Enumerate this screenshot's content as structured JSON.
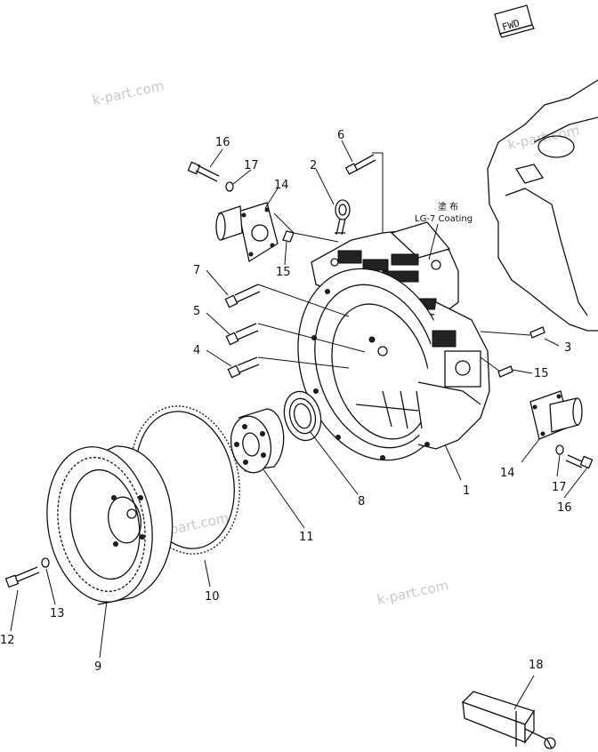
{
  "direction_badge": "FWD",
  "coating_note": {
    "kanji": "塗 布",
    "text": "LG-7 Coating"
  },
  "watermarks": [
    "k-part.com",
    "k-part.com",
    "k-part.com",
    "k-part.com"
  ],
  "callouts": [
    {
      "id": "c1",
      "label": "1"
    },
    {
      "id": "c2",
      "label": "2"
    },
    {
      "id": "c3",
      "label": "3"
    },
    {
      "id": "c4",
      "label": "4"
    },
    {
      "id": "c5",
      "label": "5"
    },
    {
      "id": "c6",
      "label": "6"
    },
    {
      "id": "c7",
      "label": "7"
    },
    {
      "id": "c8",
      "label": "8"
    },
    {
      "id": "c9",
      "label": "9"
    },
    {
      "id": "c10",
      "label": "10"
    },
    {
      "id": "c11",
      "label": "11"
    },
    {
      "id": "c12",
      "label": "12"
    },
    {
      "id": "c13",
      "label": "13"
    },
    {
      "id": "c14a",
      "label": "14"
    },
    {
      "id": "c14b",
      "label": "14"
    },
    {
      "id": "c15a",
      "label": "15"
    },
    {
      "id": "c15b",
      "label": "15"
    },
    {
      "id": "c16a",
      "label": "16"
    },
    {
      "id": "c16b",
      "label": "16"
    },
    {
      "id": "c17a",
      "label": "17"
    },
    {
      "id": "c17b",
      "label": "17"
    },
    {
      "id": "c18",
      "label": "18"
    }
  ]
}
